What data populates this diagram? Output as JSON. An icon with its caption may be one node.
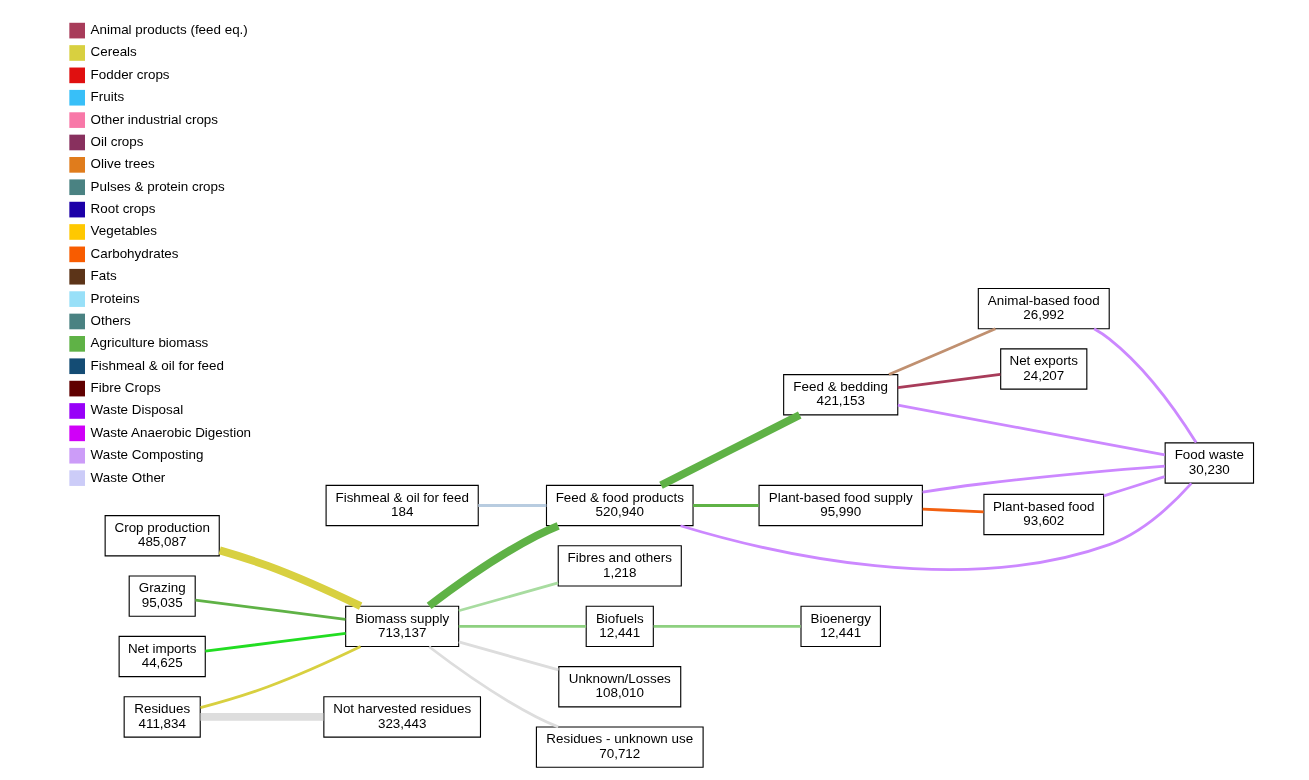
{
  "diagram": {
    "nodes": [
      {
        "text": [
          "Crop production",
          "485,087"
        ]
      },
      {
        "text": [
          "Grazing",
          "95,035"
        ]
      },
      {
        "text": [
          "Residues",
          "411,834"
        ]
      },
      {
        "text": [
          "Net imports",
          "44,625"
        ]
      },
      {
        "text": [
          "Biomass supply",
          "713,137"
        ]
      },
      {
        "text": [
          "Fishmeal & oil for feed",
          "184"
        ]
      },
      {
        "text": [
          "Feed & food products",
          "520,940"
        ]
      },
      {
        "text": [
          "Feed & bedding",
          "421,153"
        ]
      },
      {
        "text": [
          "Plant-based food supply",
          "95,990"
        ]
      },
      {
        "text": [
          "Animal-based food",
          "26,992"
        ]
      },
      {
        "text": [
          "Net exports",
          "24,207"
        ]
      },
      {
        "text": [
          "Food waste",
          "30,230"
        ]
      },
      {
        "text": [
          "Plant-based food",
          "93,602"
        ]
      },
      {
        "text": [
          "Fibres and others",
          "1,218"
        ]
      },
      {
        "text": [
          "Biofuels",
          "12,441"
        ]
      },
      {
        "text": [
          "Bioenergy",
          "12,441"
        ]
      },
      {
        "text": [
          "Not harvested residues",
          "323,443"
        ]
      },
      {
        "text": [
          "Unknown/Losses",
          "108,010"
        ]
      },
      {
        "text": [
          "Residues - unknown use",
          "70,712"
        ]
      }
    ],
    "edges": [
      {
        "from": 0,
        "to": 4,
        "arrow": "none",
        "style": "thick",
        "color": "#d8d040"
      },
      {
        "from": 1,
        "to": 4,
        "arrow": "none",
        "color": "#5fb246"
      },
      {
        "from": 3,
        "to": 4,
        "arrow": "none",
        "color": "#22dd22"
      },
      {
        "from": 2,
        "to": 4,
        "arrow": "none",
        "color": "#d8d040"
      },
      {
        "from": 2,
        "to": 16,
        "arrow": "none",
        "style": "thick",
        "color": "#dddddd"
      },
      {
        "from": 4,
        "to": 6,
        "arrow": "none",
        "style": "thick",
        "color": "#5fb246"
      },
      {
        "from": 5,
        "to": 6,
        "arrow": "none",
        "color": "#b8cce0"
      },
      {
        "from": 4,
        "to": 17,
        "arrow": "none",
        "color": "#dddddd"
      },
      {
        "from": 4,
        "to": 18,
        "arrow": "none",
        "color": "#dddddd"
      },
      {
        "from": 4,
        "to": 13,
        "arrow": "none",
        "color": "#a8dca0"
      },
      {
        "from": 4,
        "to": 14,
        "arrow": "none",
        "color": "#8ed080"
      },
      {
        "from": 14,
        "to": 15,
        "arrow": "none",
        "color": "#8ed080"
      },
      {
        "from": 6,
        "to": 7,
        "arrow": "none",
        "style": "thick",
        "color": "#5fb246"
      },
      {
        "from": 6,
        "to": 8,
        "arrow": "none",
        "color": "#5fb246"
      },
      {
        "from": 6,
        "to": 11,
        "arrow": "none",
        "color": "#cc88ff"
      },
      {
        "from": 7,
        "to": 9,
        "arrow": "none",
        "color": "#c09070"
      },
      {
        "from": 7,
        "to": 10,
        "arrow": "none",
        "color": "#a83c5a"
      },
      {
        "from": 7,
        "to": 11,
        "arrow": "none",
        "color": "#cc88ff"
      },
      {
        "from": 8,
        "to": 12,
        "arrow": "none",
        "color": "#f26010"
      },
      {
        "from": 8,
        "to": 11,
        "arrow": "none",
        "color": "#cc88ff"
      },
      {
        "from": 9,
        "to": 11,
        "arrow": "none",
        "color": "#cc88ff"
      },
      {
        "from": 12,
        "to": 11,
        "arrow": "none",
        "color": "#cc88ff"
      }
    ],
    "legend": [
      {
        "text": "Animal products (feed eq.)",
        "color": "#a83c5a"
      },
      {
        "text": "Cereals",
        "color": "#d8d040"
      },
      {
        "text": "Fodder crops",
        "color": "#e01010"
      },
      {
        "text": "Fruits",
        "color": "#38bff8"
      },
      {
        "text": "Other industrial crops",
        "color": "#f878a8"
      },
      {
        "text": "Oil crops",
        "color": "#88305e"
      },
      {
        "text": "Olive trees",
        "color": "#e07c1c"
      },
      {
        "text": "Pulses & protein crops",
        "color": "#4a8282"
      },
      {
        "text": "Root crops",
        "color": "#1c00a8"
      },
      {
        "text": "Vegetables",
        "color": "#ffc800"
      },
      {
        "text": "Carbohydrates",
        "color": "#f85c00"
      },
      {
        "text": "Fats",
        "color": "#5c3418"
      },
      {
        "text": "Proteins",
        "color": "#98e0f8"
      },
      {
        "text": "Others",
        "color": "#4a8282"
      },
      {
        "text": "Agriculture biomass",
        "color": "#5fb246"
      },
      {
        "text": "Fishmeal & oil for feed",
        "color": "#144c74"
      },
      {
        "text": "Fibre Crops",
        "color": "#600000"
      },
      {
        "text": "Waste Disposal",
        "color": "#9800f8"
      },
      {
        "text": "Waste Anaerobic Digestion",
        "color": "#d000f8"
      },
      {
        "text": "Waste Composting",
        "color": "#cc9cf8"
      },
      {
        "text": "Waste Other",
        "color": "#ccccf8"
      }
    ]
  }
}
